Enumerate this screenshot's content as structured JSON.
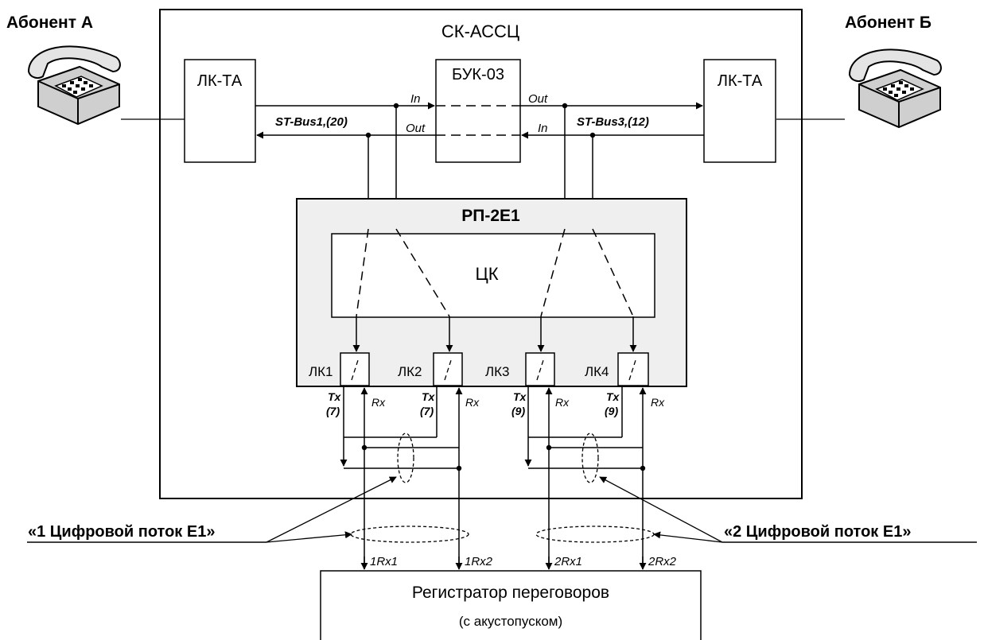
{
  "subscribers": {
    "a": "Абонент А",
    "b": "Абонент Б"
  },
  "blocks": {
    "switch": "СК-АССЦ",
    "line_card_left": "ЛК-ТА",
    "line_card_right": "ЛК-ТА",
    "buk": "БУК-03",
    "rp": "РП-2Е1",
    "ck": "ЦК",
    "lk": [
      "ЛК1",
      "ЛК2",
      "ЛК3",
      "ЛК4"
    ],
    "recorder_title": "Регистратор переговоров",
    "recorder_sub": "(с акустопуском)"
  },
  "ports": {
    "in": "In",
    "out": "Out"
  },
  "buses": {
    "left": "ST-Bus1,(20)",
    "right": "ST-Bus3,(12)"
  },
  "tx": [
    "Tx",
    "Tx",
    "Tx",
    "Tx"
  ],
  "tx_slot": [
    "(7)",
    "(7)",
    "(9)",
    "(9)"
  ],
  "rx": [
    "Rx",
    "Rx",
    "Rx",
    "Rx"
  ],
  "streams": {
    "first": "«1 Цифровой поток Е1»",
    "second": "«2 Цифровой поток Е1»"
  },
  "recorder_inputs": [
    "1Rx1",
    "1Rx2",
    "2Rx1",
    "2Rx2"
  ],
  "colors": {
    "line": "#000000",
    "rp_fill": "#efefef",
    "phone_fill": "#d9d9d9"
  },
  "icons": [
    "telephone-icon",
    "telephone-icon"
  ]
}
